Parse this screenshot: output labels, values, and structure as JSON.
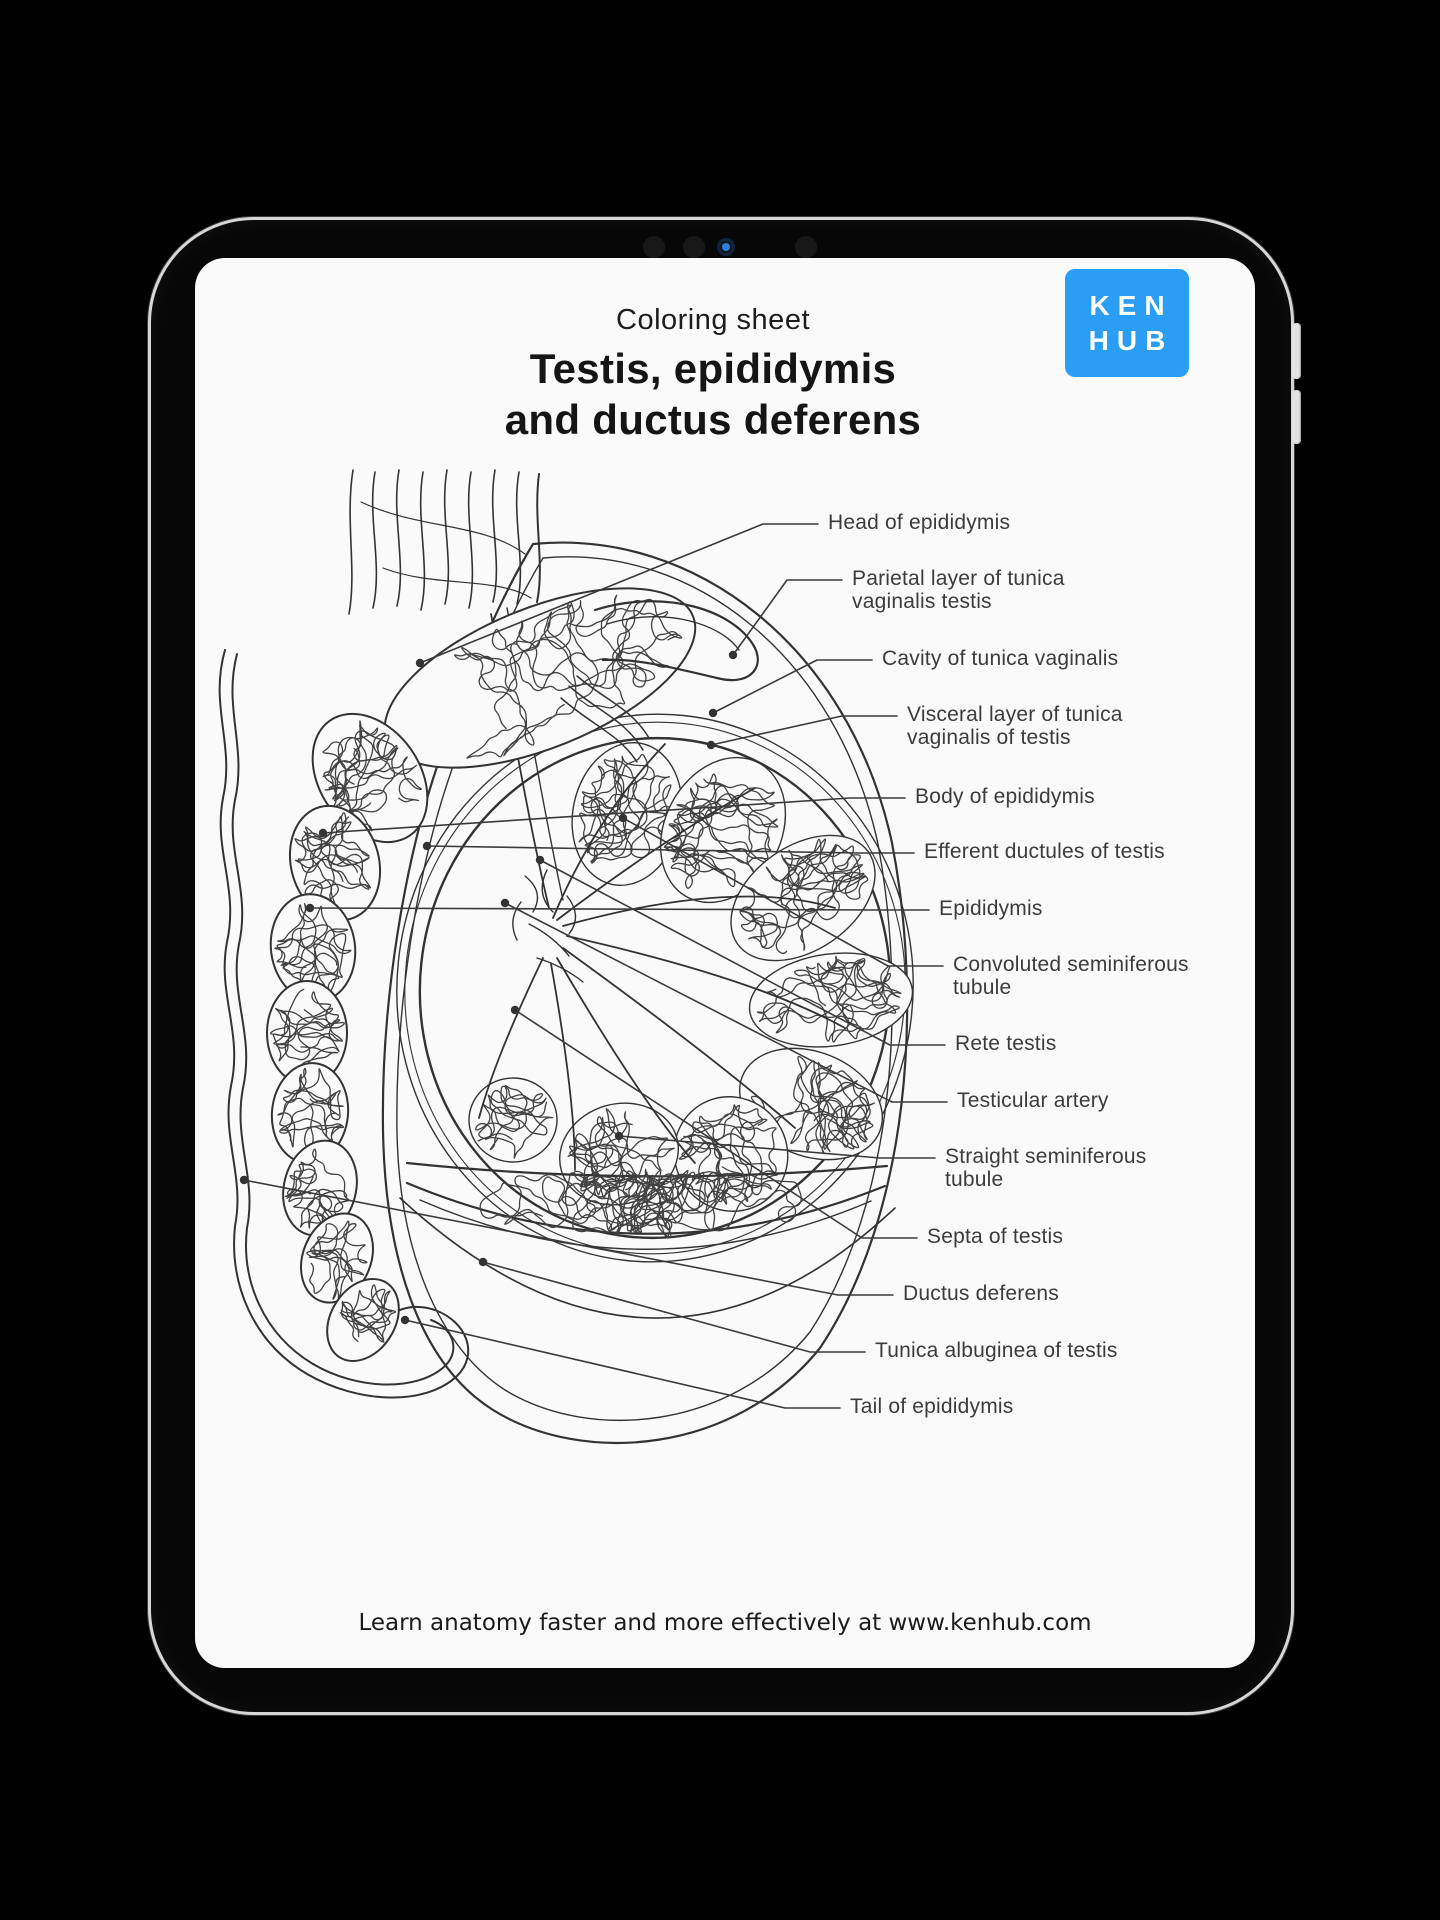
{
  "header": {
    "eyebrow": "Coloring sheet",
    "title_line1": "Testis, epididymis",
    "title_line2": "and ductus deferens"
  },
  "logo": {
    "top": "KEN",
    "bottom": "HUB"
  },
  "colors": {
    "brand_blue": "#2A9DF4"
  },
  "figure_labels": [
    {
      "text": "Head of epididymis"
    },
    {
      "text": "Parietal layer of tunica vaginalis testis"
    },
    {
      "text": "Cavity of tunica vaginalis"
    },
    {
      "text": "Visceral layer of tunica vaginalis of testis"
    },
    {
      "text": "Body of epididymis"
    },
    {
      "text": "Efferent ductules of testis"
    },
    {
      "text": "Epididymis"
    },
    {
      "text": "Convoluted seminiferous tubule"
    },
    {
      "text": "Rete testis"
    },
    {
      "text": "Testicular artery"
    },
    {
      "text": "Straight seminiferous tubule"
    },
    {
      "text": "Septa of testis"
    },
    {
      "text": "Ductus deferens"
    },
    {
      "text": "Tunica albuginea of testis"
    },
    {
      "text": "Tail of epididymis"
    }
  ],
  "footer": {
    "text": "Learn anatomy faster and more effectively at www.kenhub.com"
  }
}
